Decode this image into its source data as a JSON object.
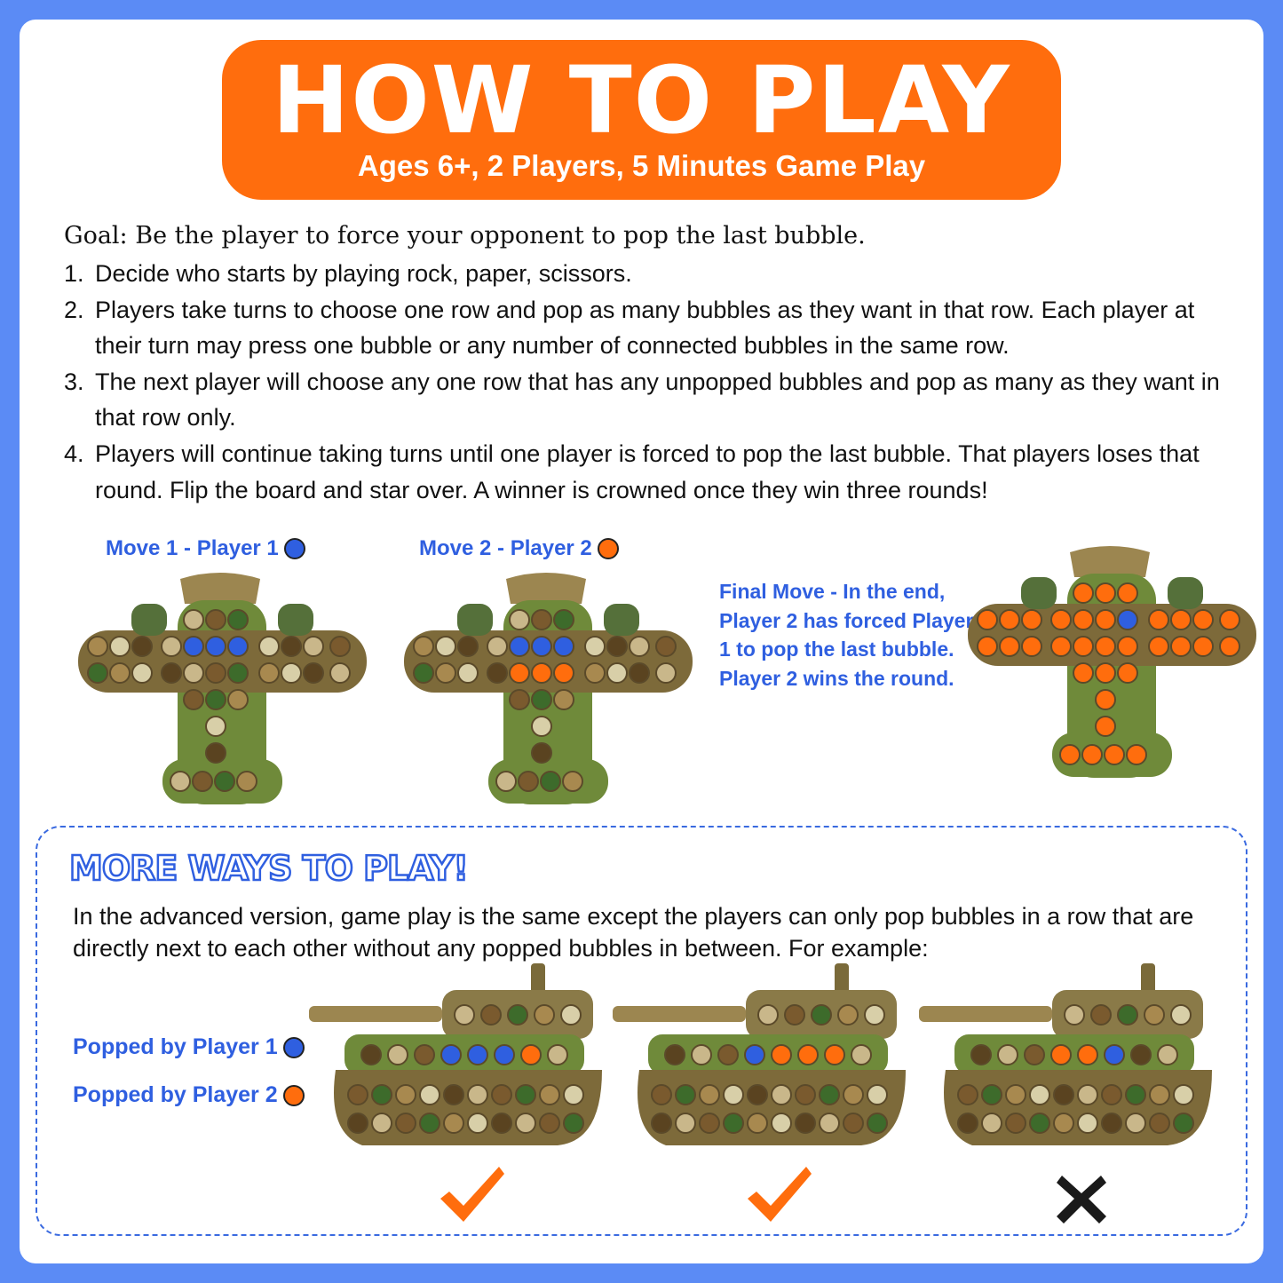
{
  "header": {
    "title": "HOW TO PLAY",
    "subtitle": "Ages 6+, 2 Players, 5 Minutes Game Play"
  },
  "rules": {
    "goal": "Goal: Be the player to force your opponent to pop the last bubble.",
    "steps": [
      {
        "num": "1.",
        "text": "Decide who starts by playing rock, paper, scissors."
      },
      {
        "num": "2.",
        "text": "Players take turns to choose one row and pop as many bubbles as they want in that row. Each player at their turn may press one bubble or any number of connected bubbles in the same row."
      },
      {
        "num": "3.",
        "text": "The next player will choose any one row that has any unpopped bubbles and pop as many as they want in that row only."
      },
      {
        "num": "4.",
        "text": "Players will continue taking turns until one player is forced to pop the last bubble. That players loses that round. Flip the board and star over. A winner is crowned once they win three rounds!"
      }
    ]
  },
  "examples": {
    "move1_label": "Move 1 - Player 1",
    "move2_label": "Move 2 - Player 2",
    "final_text": "Final Move - In the end, Player 2 has forced Player 1 to pop the last bubble. Player 2 wins the round."
  },
  "advanced": {
    "title": "MORE WAYS TO PLAY!",
    "text": "In the advanced version, game play is the same except the players can only pop bubbles in a row that are directly next to each other without any popped bubbles in between. For example:",
    "legend_p1": "Popped by Player 1",
    "legend_p2": "Popped by Player 2",
    "results": [
      "valid",
      "valid",
      "invalid"
    ]
  },
  "colors": {
    "player1": "#2f5fe0",
    "player2": "#ff6d0d",
    "banner": "#ff6d0d",
    "frame": "#5b8bf5"
  }
}
